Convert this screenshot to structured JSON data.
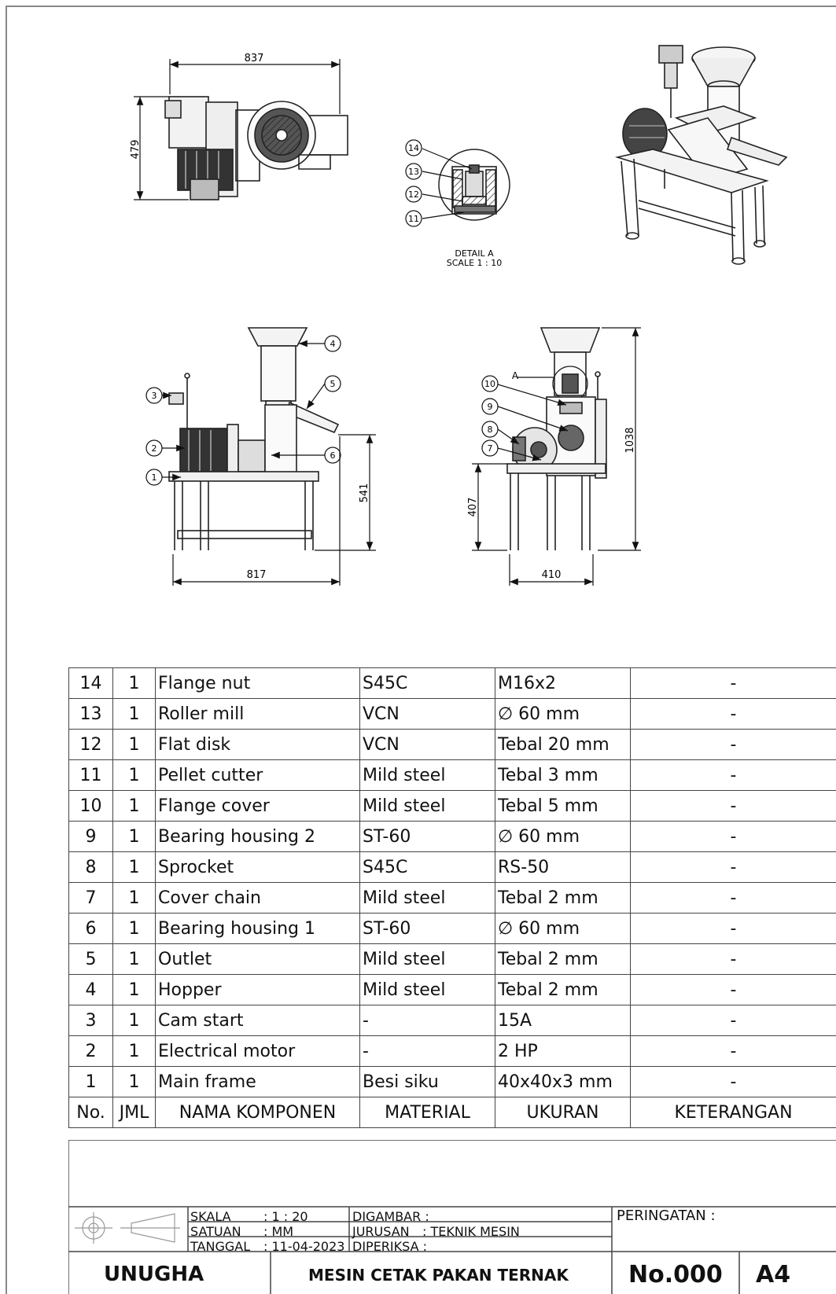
{
  "drawing": {
    "dimensions": {
      "top_width": "837",
      "top_height": "479",
      "front_width": "817",
      "front_height": "541",
      "side_width": "410",
      "side_height_low": "407",
      "side_height_total": "1038"
    },
    "detail": {
      "title": "DETAIL A",
      "scale": "SCALE 1 : 10",
      "view_marker": "A"
    },
    "balloons": [
      "1",
      "2",
      "3",
      "4",
      "5",
      "6",
      "7",
      "8",
      "9",
      "10",
      "11",
      "12",
      "13",
      "14"
    ]
  },
  "parts_table": {
    "headers": [
      "No.",
      "JML",
      "NAMA KOMPONEN",
      "MATERIAL",
      "UKURAN",
      "KETERANGAN"
    ],
    "rows": [
      [
        "14",
        "1",
        "Flange nut",
        "S45C",
        "M16x2",
        "-"
      ],
      [
        "13",
        "1",
        "Roller mill",
        "VCN",
        "∅ 60 mm",
        "-"
      ],
      [
        "12",
        "1",
        "Flat disk",
        "VCN",
        "Tebal 20 mm",
        "-"
      ],
      [
        "11",
        "1",
        "Pellet cutter",
        "Mild steel",
        "Tebal 3 mm",
        "-"
      ],
      [
        "10",
        "1",
        "Flange cover",
        "Mild steel",
        "Tebal 5 mm",
        "-"
      ],
      [
        "9",
        "1",
        "Bearing housing 2",
        "ST-60",
        "∅ 60 mm",
        "-"
      ],
      [
        "8",
        "1",
        "Sprocket",
        "S45C",
        "RS-50",
        "-"
      ],
      [
        "7",
        "1",
        "Cover chain",
        "Mild steel",
        "Tebal 2 mm",
        "-"
      ],
      [
        "6",
        "1",
        "Bearing housing 1",
        "ST-60",
        "∅ 60 mm",
        "-"
      ],
      [
        "5",
        "1",
        "Outlet",
        "Mild steel",
        "Tebal 2 mm",
        "-"
      ],
      [
        "4",
        "1",
        "Hopper",
        "Mild steel",
        "Tebal 2 mm",
        "-"
      ],
      [
        "3",
        "1",
        "Cam start",
        "-",
        "15A",
        "-"
      ],
      [
        "2",
        "1",
        "Electrical motor",
        "-",
        "2 HP",
        "-"
      ],
      [
        "1",
        "1",
        "Main frame",
        "Besi siku",
        "40x40x3 mm",
        "-"
      ]
    ]
  },
  "title_block": {
    "skala_label": "SKALA",
    "skala_value": ": 1 : 20",
    "satuan_label": "SATUAN",
    "satuan_value": ": MM",
    "tanggal_label": "TANGGAL",
    "tanggal_value": ": 11-04-2023",
    "digambar": "DIGAMBAR :",
    "jurusan_label": "JURUSAN",
    "jurusan_value": ": TEKNIK MESIN",
    "diperiksa": "DIPERIKSA  :",
    "peringatan": "PERINGATAN :",
    "institution": "UNUGHA",
    "drawing_title": "MESIN CETAK PAKAN TERNAK",
    "drawing_number": "No.000",
    "paper_size": "A4"
  }
}
